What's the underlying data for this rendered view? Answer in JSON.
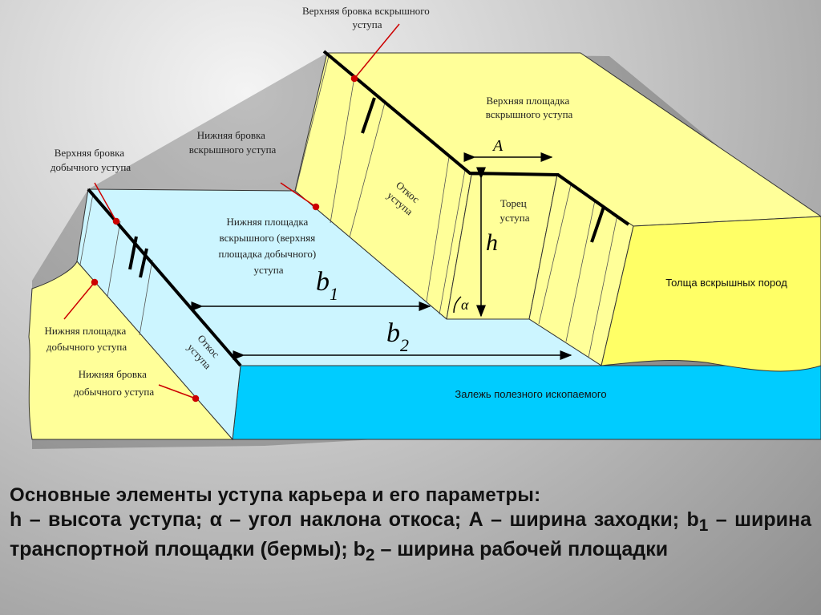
{
  "labels": {
    "top_edge_overburden": [
      "Верхняя бровка вскрышного",
      "уступа"
    ],
    "top_area_overburden": [
      "Верхняя площадка",
      "вскрышного уступа"
    ],
    "bottom_edge_overburden": [
      "Нижняя бровка",
      "вскрышного уступа"
    ],
    "top_edge_mining": [
      "Верхняя бровка",
      "добычного уступа"
    ],
    "bottom_area_overburden": [
      "Нижняя площадка",
      "вскрышного (верхняя",
      "площадка добычного)",
      "уступа"
    ],
    "slope_upper": [
      "Откос",
      "уступа"
    ],
    "slope_lower": [
      "Откос",
      "уступа"
    ],
    "end_face": [
      "Торец",
      "уступа"
    ],
    "overburden_thickness": "Толща вскрышных пород",
    "bottom_area_mining": [
      "Нижняя площадка",
      "добычного уступа"
    ],
    "bottom_edge_mining": [
      "Нижняя бровка",
      "добычного уступа"
    ],
    "deposit": "Залежь полезного ископаемого"
  },
  "params": {
    "A": "A",
    "h": "h",
    "alpha": "α",
    "b1_main": "b",
    "b1_sub": "1",
    "b2_main": "b",
    "b2_sub": "2"
  },
  "caption": {
    "title": "Основные элементы уступа карьера и его параметры:",
    "p1": "h – высота уступа; α – угол наклона откоса; А – ширина заходки; b",
    "sub1": "1",
    "p2": " – ширина транспортной площадки (бермы); b",
    "sub2": "2",
    "p3": " – ширина рабочей площадки"
  },
  "colors": {
    "overburden": "#ffff99",
    "overburden_thick": "#ffff66",
    "bench_area": "#ccf5ff",
    "deposit": "#00ccff",
    "pointer": "#cc0000"
  }
}
